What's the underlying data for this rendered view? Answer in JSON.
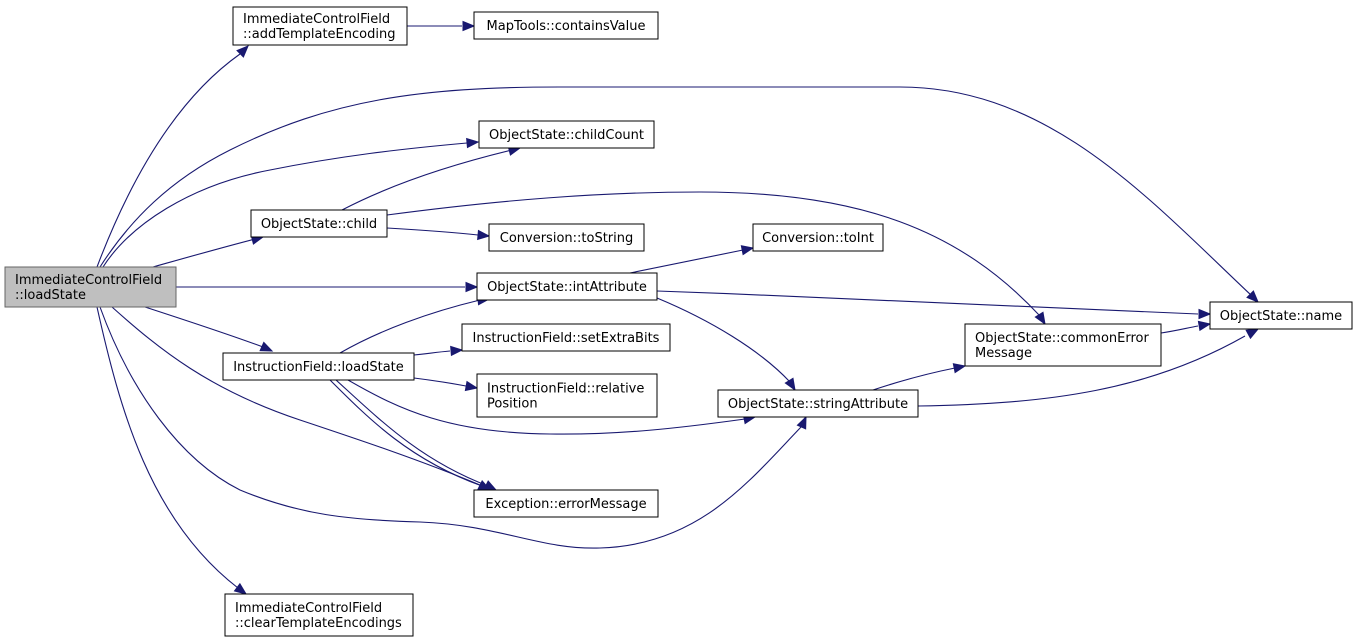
{
  "diagram": {
    "kind": "call-graph",
    "colors": {
      "edge": "#191970",
      "root_fill": "#bfbfbf",
      "node_fill": "#ffffff",
      "node_border": "#000000"
    },
    "nodes": [
      {
        "id": "root",
        "lines": [
          "ImmediateControlField",
          "::loadState"
        ],
        "root": true
      },
      {
        "id": "addTemplateEncoding",
        "lines": [
          "ImmediateControlField",
          "::addTemplateEncoding"
        ]
      },
      {
        "id": "containsValue",
        "lines": [
          "MapTools::containsValue"
        ]
      },
      {
        "id": "name",
        "lines": [
          "ObjectState::name"
        ]
      },
      {
        "id": "childCount",
        "lines": [
          "ObjectState::childCount"
        ]
      },
      {
        "id": "child",
        "lines": [
          "ObjectState::child"
        ]
      },
      {
        "id": "toString",
        "lines": [
          "Conversion::toString"
        ]
      },
      {
        "id": "toInt",
        "lines": [
          "Conversion::toInt"
        ]
      },
      {
        "id": "intAttribute",
        "lines": [
          "ObjectState::intAttribute"
        ]
      },
      {
        "id": "commonErrorMessage",
        "lines": [
          "ObjectState::commonError",
          "Message"
        ]
      },
      {
        "id": "ifLoadState",
        "lines": [
          "InstructionField::loadState"
        ]
      },
      {
        "id": "setExtraBits",
        "lines": [
          "InstructionField::setExtraBits"
        ]
      },
      {
        "id": "relativePosition",
        "lines": [
          "InstructionField::relative",
          "Position"
        ]
      },
      {
        "id": "stringAttribute",
        "lines": [
          "ObjectState::stringAttribute"
        ]
      },
      {
        "id": "errorMessage",
        "lines": [
          "Exception::errorMessage"
        ]
      },
      {
        "id": "clearTemplateEncodings",
        "lines": [
          "ImmediateControlField",
          "::clearTemplateEncodings"
        ]
      }
    ],
    "edges": [
      [
        "root",
        "addTemplateEncoding"
      ],
      [
        "root",
        "name"
      ],
      [
        "root",
        "childCount"
      ],
      [
        "root",
        "child"
      ],
      [
        "root",
        "intAttribute"
      ],
      [
        "root",
        "ifLoadState"
      ],
      [
        "root",
        "errorMessage"
      ],
      [
        "root",
        "stringAttribute"
      ],
      [
        "root",
        "clearTemplateEncodings"
      ],
      [
        "addTemplateEncoding",
        "containsValue"
      ],
      [
        "child",
        "childCount"
      ],
      [
        "child",
        "toString"
      ],
      [
        "child",
        "commonErrorMessage"
      ],
      [
        "intAttribute",
        "toInt"
      ],
      [
        "intAttribute",
        "name"
      ],
      [
        "intAttribute",
        "stringAttribute"
      ],
      [
        "ifLoadState",
        "intAttribute"
      ],
      [
        "ifLoadState",
        "setExtraBits"
      ],
      [
        "ifLoadState",
        "relativePosition"
      ],
      [
        "ifLoadState",
        "stringAttribute"
      ],
      [
        "ifLoadState",
        "errorMessage"
      ],
      [
        "stringAttribute",
        "commonErrorMessage"
      ],
      [
        "stringAttribute",
        "name"
      ],
      [
        "commonErrorMessage",
        "name"
      ]
    ]
  }
}
